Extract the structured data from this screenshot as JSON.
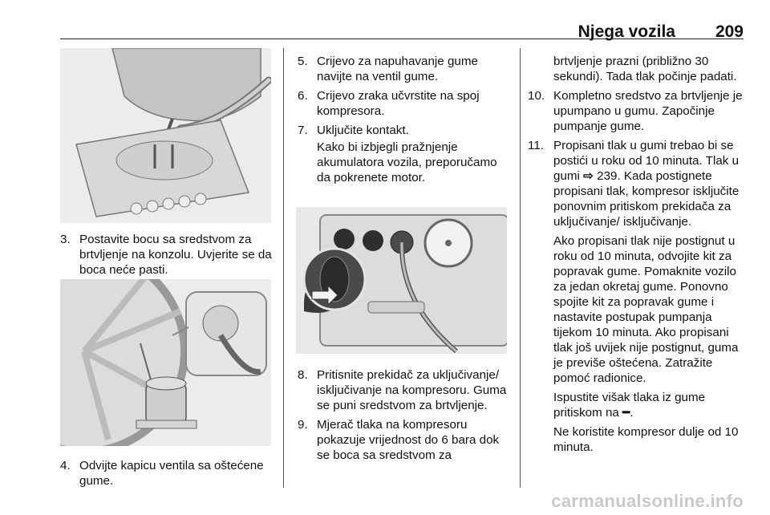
{
  "header": {
    "title": "Njega vozila",
    "page_number": "209"
  },
  "col1": {
    "step3": {
      "number": "3.",
      "text": "Postavite bocu sa sredstvom za brtvljenje na konzolu. Uvjerite se da boca neće pasti."
    },
    "step4": {
      "number": "4.",
      "text": "Odvijte kapicu ventila sa oštećene gume."
    }
  },
  "col2": {
    "step5": {
      "number": "5.",
      "text": "Crijevo za napuhavanje gume navijte na ventil gume."
    },
    "step6": {
      "number": "6.",
      "text": "Crijevo zraka učvrstite na spoj kompresora."
    },
    "step7": {
      "number": "7.",
      "text": "Uključite kontakt.",
      "note": "Kako bi izbjegli pražnjenje akumulatora vozila, preporučamo da pokrenete motor."
    },
    "step8": {
      "number": "8.",
      "text": "Pritisnite prekidač za uključivanje/ isključivanje na kompresoru. Guma se puni sredstvom za brtvljenje."
    },
    "step9": {
      "number": "9.",
      "text": "Mjerač tlaka na kompresoru pokazuje vrijednost do 6 bara dok se boca sa sredstvom za"
    }
  },
  "col3": {
    "cont": "brtvljenje prazni (približno 30 sekundi). Tada tlak počinje padati.",
    "step10": {
      "number": "10.",
      "text": "Kompletno sredstvo za brtvljenje je upumpano u gumu. Započinje pumpanje gume."
    },
    "step11": {
      "number": "11.",
      "text_a": "Propisani tlak u gumi trebao bi se postići u roku od 10 minuta. Tlak u gumi",
      "ref_symbol": "⇨",
      "text_b": "239. Kada postignete propisani tlak, kompresor isključite ponovnim pritiskom prekidača za uključivanje/ isključivanje.",
      "para1": "Ako propisani tlak nije postignut u roku od 10 minuta, odvojite kit za popravak gume. Pomaknite vozilo za jedan okretaj gume. Ponovno spojite kit za popravak gume i nastavite postupak pumpanja tijekom 10 minuta. Ako propisani tlak još uvijek nije postignut, guma je previše oštećena. Zatražite pomoć radionice.",
      "para2_a": "Ispustite višak tlaka iz gume pritiskom na",
      "para2_symbol": "━",
      "para2_b": ".",
      "para3": "Ne koristite kompresor dulje od 10 minuta."
    }
  },
  "watermark": "carmanualsonline.info"
}
